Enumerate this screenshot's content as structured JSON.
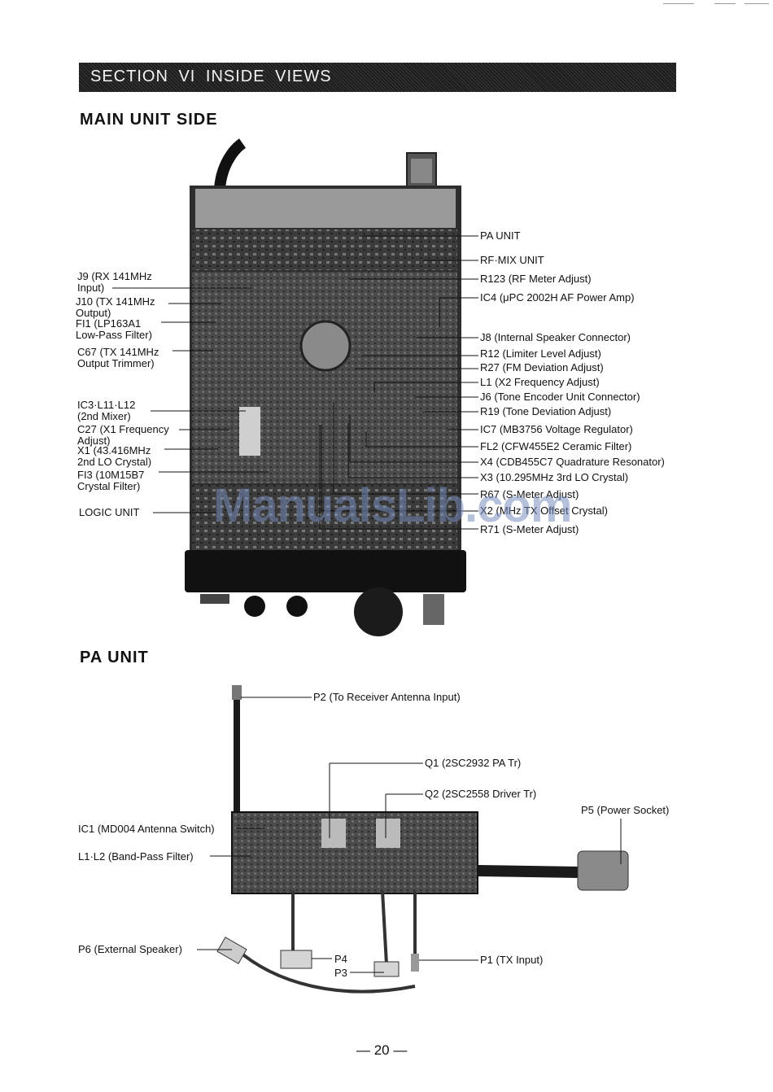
{
  "section_banner": "SECTION VI INSIDE VIEWS",
  "main_unit": {
    "heading": "MAIN UNIT SIDE",
    "left_labels": {
      "j9": [
        "J9 (RX 141MHz",
        "Input)"
      ],
      "j10": [
        "J10 (TX 141MHz",
        "Output)"
      ],
      "fi1": [
        "FI1 (LP163A1",
        "Low-Pass Filter)"
      ],
      "c67": [
        "C67 (TX 141MHz",
        "Output Trimmer)"
      ],
      "ic3": [
        "IC3·L11·L12",
        "(2nd Mixer)"
      ],
      "c27": [
        "C27 (X1 Frequency",
        "Adjust)"
      ],
      "x1": [
        "X1 (43.416MHz",
        "2nd LO Crystal)"
      ],
      "fi3": [
        "FI3 (10M15B7",
        "Crystal Filter)"
      ],
      "logic": "LOGIC UNIT"
    },
    "right_labels": {
      "pa": "PA UNIT",
      "rfmix": "RF·MIX UNIT",
      "r123": "R123 (RF Meter Adjust)",
      "ic4": "IC4 (μPC 2002H AF Power Amp)",
      "j8": "J8 (Internal Speaker Connector)",
      "r12": "R12 (Limiter Level Adjust)",
      "r27": "R27 (FM Deviation Adjust)",
      "l1": "L1 (X2 Frequency Adjust)",
      "j6": "J6 (Tone Encoder Unit Connector)",
      "r19": "R19 (Tone Deviation Adjust)",
      "ic7": "IC7 (MB3756 Voltage Regulator)",
      "fl2": "FL2 (CFW455E2 Ceramic Filter)",
      "x4": "X4 (CDB455C7 Quadrature Resonator)",
      "x3": "X3 (10.295MHz 3rd LO Crystal)",
      "r67": "R67 (S-Meter Adjust)",
      "x2": "X2 (MHz TX Offset Crystal)",
      "r71": "R71 (S-Meter Adjust)"
    }
  },
  "pa_unit": {
    "heading": "PA UNIT",
    "labels": {
      "p2": "P2 (To Receiver Antenna Input)",
      "q1": "Q1 (2SC2932 PA Tr)",
      "q2": "Q2 (2SC2558 Driver Tr)",
      "p5": "P5 (Power Socket)",
      "ic1": "IC1 (MD004 Antenna Switch)",
      "l1l2": "L1·L2 (Band-Pass Filter)",
      "p6": "P6 (External Speaker)",
      "p4": "P4",
      "p3": "P3",
      "p1": "P1 (TX Input)"
    }
  },
  "watermark": "ManualsLib.com",
  "page_number": "— 20 —"
}
